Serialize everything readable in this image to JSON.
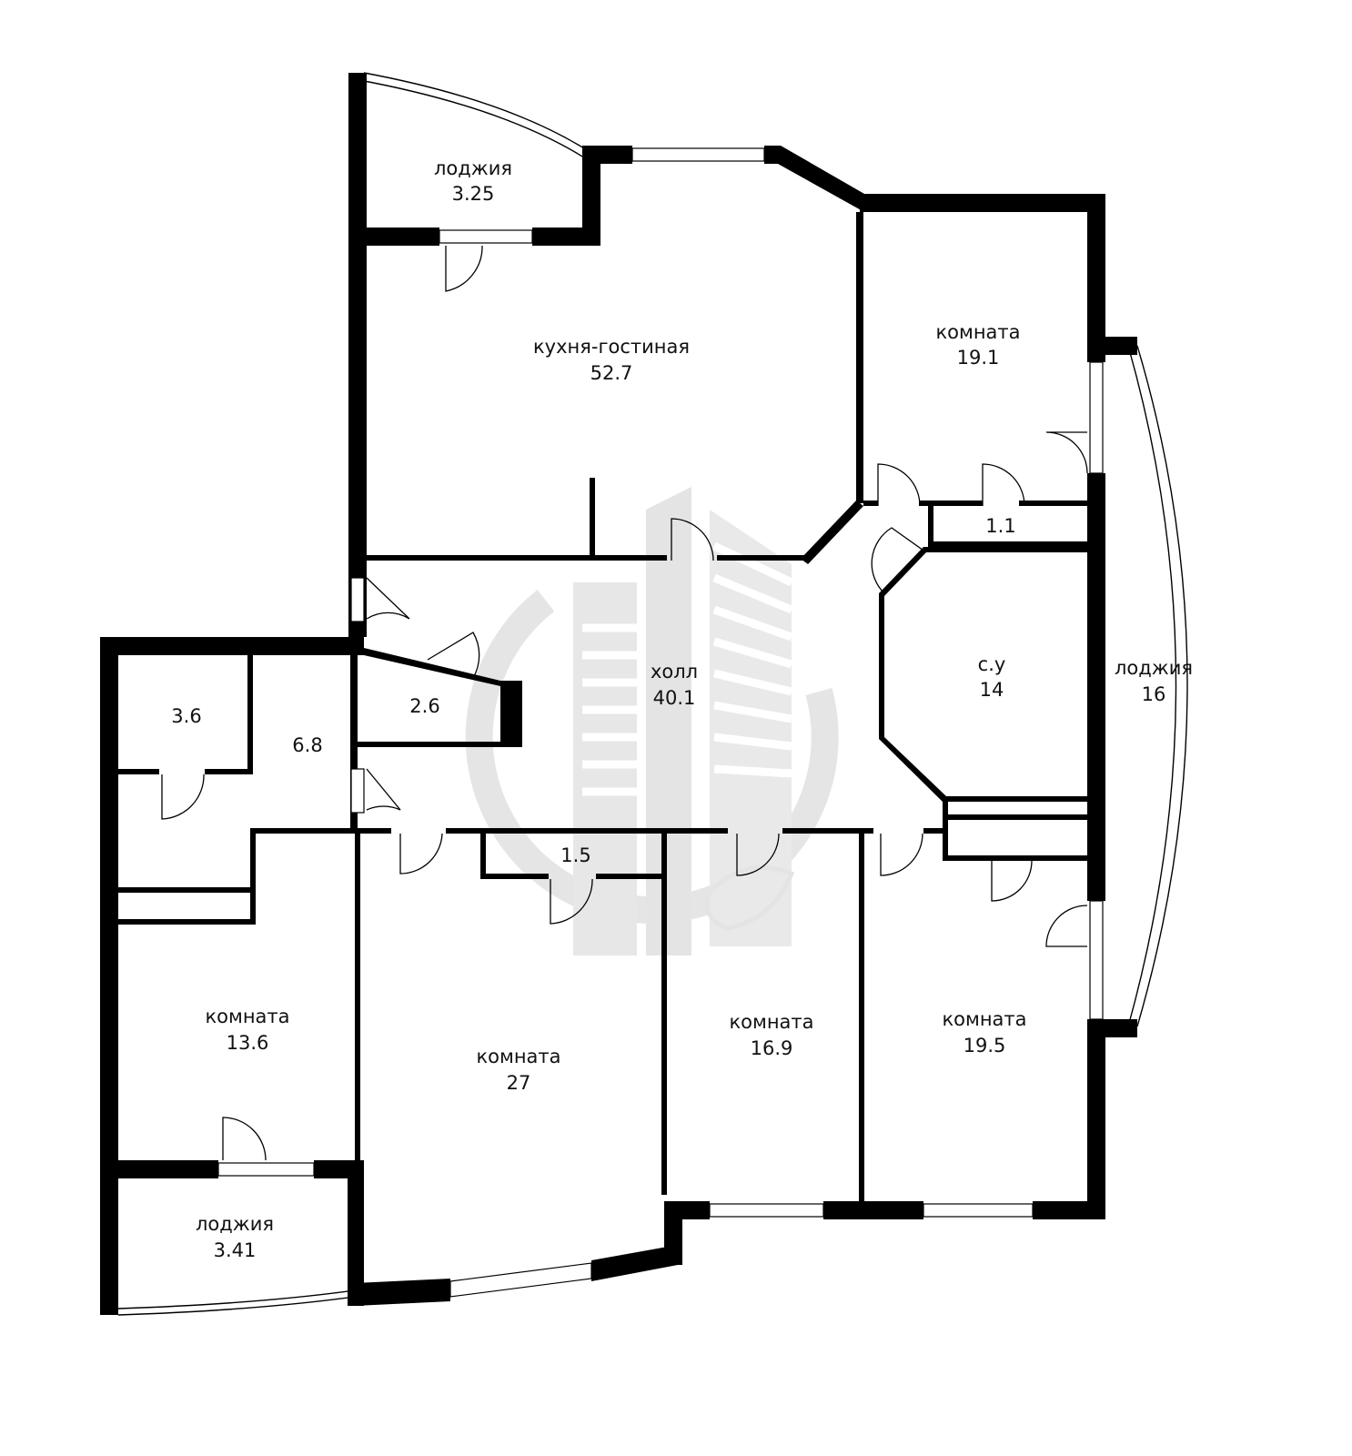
{
  "rooms": [
    {
      "id": "loggia-top",
      "name": "лоджия",
      "area": "3.25"
    },
    {
      "id": "kitchen-living",
      "name": "кухня-гостиная",
      "area": "52.7"
    },
    {
      "id": "room-ne",
      "name": "комната",
      "area": "19.1"
    },
    {
      "id": "wc-small",
      "name": "",
      "area": "1.1"
    },
    {
      "id": "bathroom",
      "name": "с.у",
      "area": "14"
    },
    {
      "id": "loggia-east",
      "name": "лоджия",
      "area": "16"
    },
    {
      "id": "hall",
      "name": "холл",
      "area": "40.1"
    },
    {
      "id": "closet-26",
      "name": "",
      "area": "2.6"
    },
    {
      "id": "storage-36",
      "name": "",
      "area": "3.6"
    },
    {
      "id": "corridor-68",
      "name": "",
      "area": "6.8"
    },
    {
      "id": "closet-15",
      "name": "",
      "area": "1.5"
    },
    {
      "id": "room-w",
      "name": "комната",
      "area": "13.6"
    },
    {
      "id": "room-sw",
      "name": "комната",
      "area": "27"
    },
    {
      "id": "room-s",
      "name": "комната",
      "area": "16.9"
    },
    {
      "id": "room-se",
      "name": "комната",
      "area": "19.5"
    },
    {
      "id": "loggia-sw",
      "name": "лоджия",
      "area": "3.41"
    }
  ],
  "colors": {
    "wall": "#000000",
    "background": "#ffffff",
    "watermark": "#d9d9d9"
  },
  "watermark": {
    "icon": "building-handshake-logo"
  }
}
